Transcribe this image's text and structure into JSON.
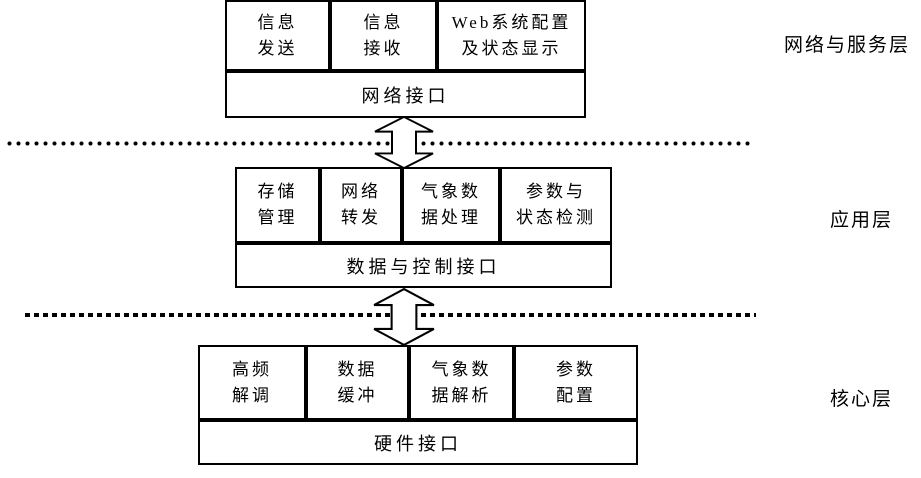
{
  "layers": [
    {
      "name": "网络与服务层",
      "modules": [
        "信息\n发送",
        "信息\n接收",
        "Web系统配置\n及状态显示"
      ],
      "interface": "网络接口"
    },
    {
      "name": "应用层",
      "modules": [
        "存储\n管理",
        "网络\n转发",
        "气象数\n据处理",
        "参数与\n状态检测"
      ],
      "interface": "数据与控制接口"
    },
    {
      "name": "核心层",
      "modules": [
        "高频\n解调",
        "数据\n缓冲",
        "气象数\n据解析",
        "参数\n配置"
      ],
      "interface": "硬件接口"
    }
  ],
  "connectors": {
    "arrow_style": "double-headed-vertical-block-arrow",
    "divider_style": "dotted-horizontal-line"
  },
  "colors": {
    "line": "#000000",
    "background": "#ffffff",
    "text": "#000000"
  }
}
